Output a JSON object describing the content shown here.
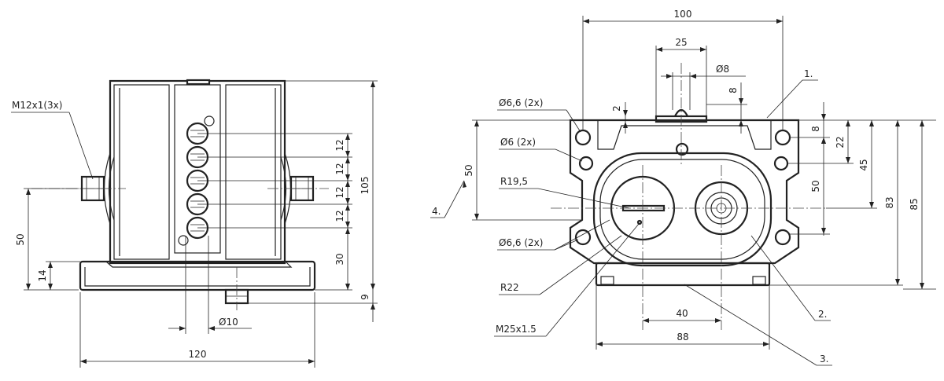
{
  "title": "",
  "left_view": {
    "callouts": {
      "thread_m12": "M12x1(3x)",
      "dia_10": "Ø10"
    },
    "dims": {
      "width_120": "120",
      "height_105": "105",
      "height_50": "50",
      "height_14": "14",
      "height_30": "30",
      "height_9": "9",
      "pitch_12": [
        "12",
        "12",
        "12",
        "12"
      ]
    }
  },
  "right_view": {
    "callouts": {
      "hole_66_top": "Ø6,6 (2x)",
      "hole_6": "Ø6 (2x)",
      "radius_195": "R19,5",
      "hole_66_bottom": "Ø6,6 (2x)",
      "radius_22": "R22",
      "thread_m25": "M25x1.5",
      "dia_8": "Ø8"
    },
    "dims": {
      "width_100": "100",
      "width_25": "25",
      "height_8_top": "8",
      "height_2": "2",
      "height_8_right": "8",
      "height_22": "22",
      "height_45": "45",
      "height_50_right": "50",
      "height_83": "83",
      "height_85": "85",
      "height_50_left": "50",
      "width_40": "40",
      "width_88": "88"
    },
    "item_labels": [
      "1.",
      "2.",
      "3.",
      "4."
    ]
  }
}
